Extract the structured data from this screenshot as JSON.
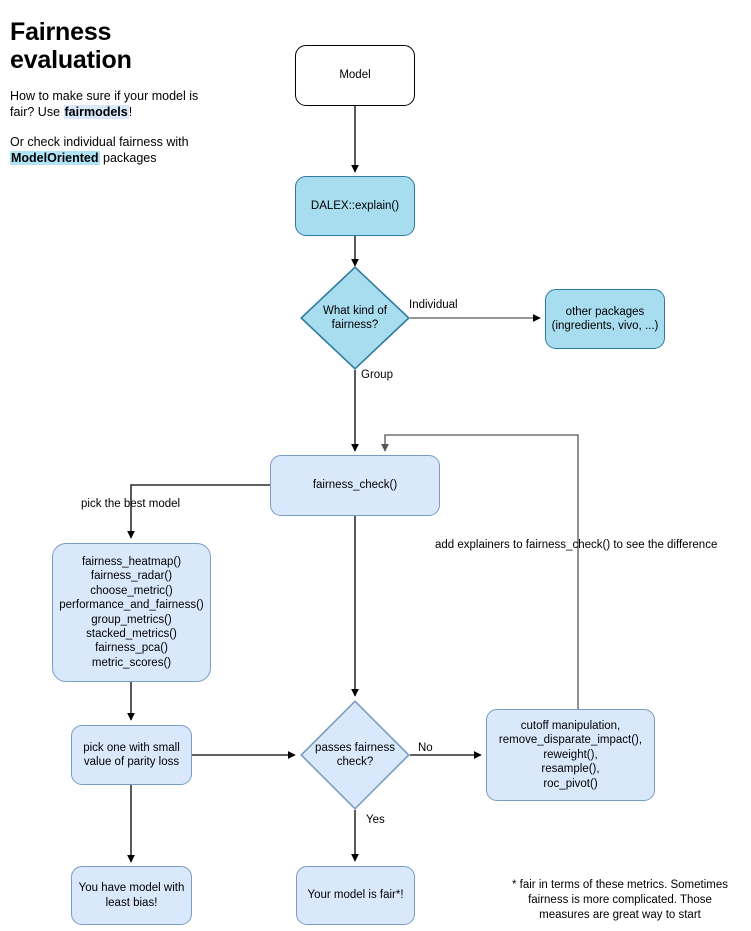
{
  "intro": {
    "title": "Fairness evaluation",
    "para1_a": "How to make sure if your model is fair? Use ",
    "para1_hl": "fairmodels",
    "para1_b": "!",
    "para2_a": "Or check individual fairness with ",
    "para2_hl": "ModelOriented",
    "para2_b": " packages"
  },
  "nodes": {
    "model": "Model",
    "dalex_explain": "DALEX::explain()",
    "what_kind_of_fairness": "What kind of fairness?",
    "other_packages": "other packages\n(ingredients, vivo, ...)",
    "other_packages_line1": "other packages",
    "other_packages_line2": "(ingredients, vivo, ...)",
    "fairness_check": "fairness_check()",
    "functions_list": [
      "fairness_heatmap()",
      "fairness_radar()",
      "choose_metric()",
      "performance_and_fairness()",
      "group_metrics()",
      "stacked_metrics()",
      "fairness_pca()",
      "metric_scores()"
    ],
    "pick_one_line1": "pick one with small",
    "pick_one_line2": "value of parity loss",
    "passes_fairness_check": "passes fairness check?",
    "mitigation_list": [
      "cutoff manipulation,",
      "remove_disparate_impact(),",
      "reweight(),",
      "resample(),",
      "roc_pivot()"
    ],
    "least_bias_line1": "You have model with",
    "least_bias_line2": "least bias!",
    "model_is_fair": "Your model is fair*!"
  },
  "edge_labels": {
    "individual": "Individual",
    "group": "Group",
    "pick_the_best_model": "pick the best model",
    "add_explainers": "add explainers to fairness_check() to see the difference",
    "no": "No",
    "yes": "Yes"
  },
  "footnote": {
    "line1": "* fair in terms of these metrics. Sometimes",
    "line2": "fairness is more complicated. Those",
    "line3": "measures are great way to start"
  },
  "colors": {
    "cyan_fill": "#a8dcef",
    "cyan_stroke": "#2d7b9e",
    "lightblue_fill": "#dae8fc",
    "lightblue_stroke": "#7a9bc4",
    "white_fill": "#ffffff",
    "black_stroke": "#000000",
    "gray_stroke": "#555555"
  }
}
